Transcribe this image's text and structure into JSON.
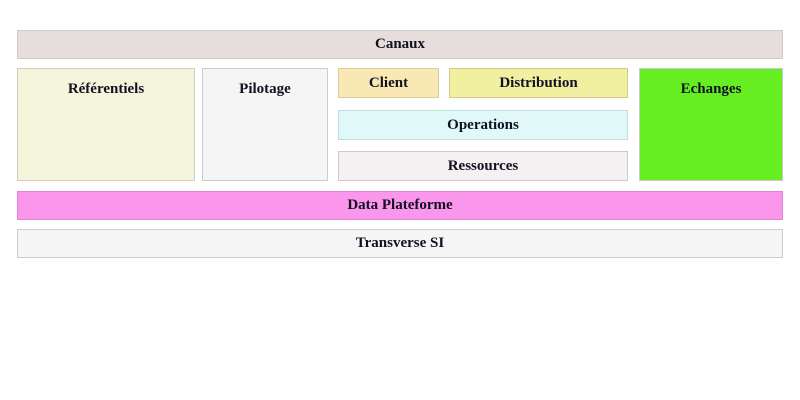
{
  "diagram": {
    "type": "capability-map",
    "background_color": "#ffffff",
    "text_color": "#111122",
    "layers": [
      {
        "id": "canaux",
        "label": "Canaux",
        "role": "top-layer-bar",
        "color": "#e6dedd"
      },
      {
        "id": "core",
        "role": "middle-layer-row",
        "blocks": [
          {
            "id": "referentiels",
            "label": "Référentiels",
            "color": "#f5f5dc"
          },
          {
            "id": "pilotage",
            "label": "Pilotage",
            "color": "#f5f5f5"
          },
          {
            "id": "client",
            "label": "Client",
            "color": "#fae8b4"
          },
          {
            "id": "distribution",
            "label": "Distribution",
            "color": "#f0f0a0"
          },
          {
            "id": "operations",
            "label": "Operations",
            "color": "#e0f8f8"
          },
          {
            "id": "ressources",
            "label": "Ressources",
            "color": "#f5f0f2"
          },
          {
            "id": "echanges",
            "label": "Echanges",
            "color": "#66ee22"
          }
        ]
      },
      {
        "id": "data_plateforme",
        "label": "Data Plateforme",
        "role": "bottom-layer-bar",
        "color": "#fa96ec"
      },
      {
        "id": "transverse_si",
        "label": "Transverse SI",
        "role": "foundation-layer-bar",
        "color": "#f5f5f5"
      }
    ]
  }
}
